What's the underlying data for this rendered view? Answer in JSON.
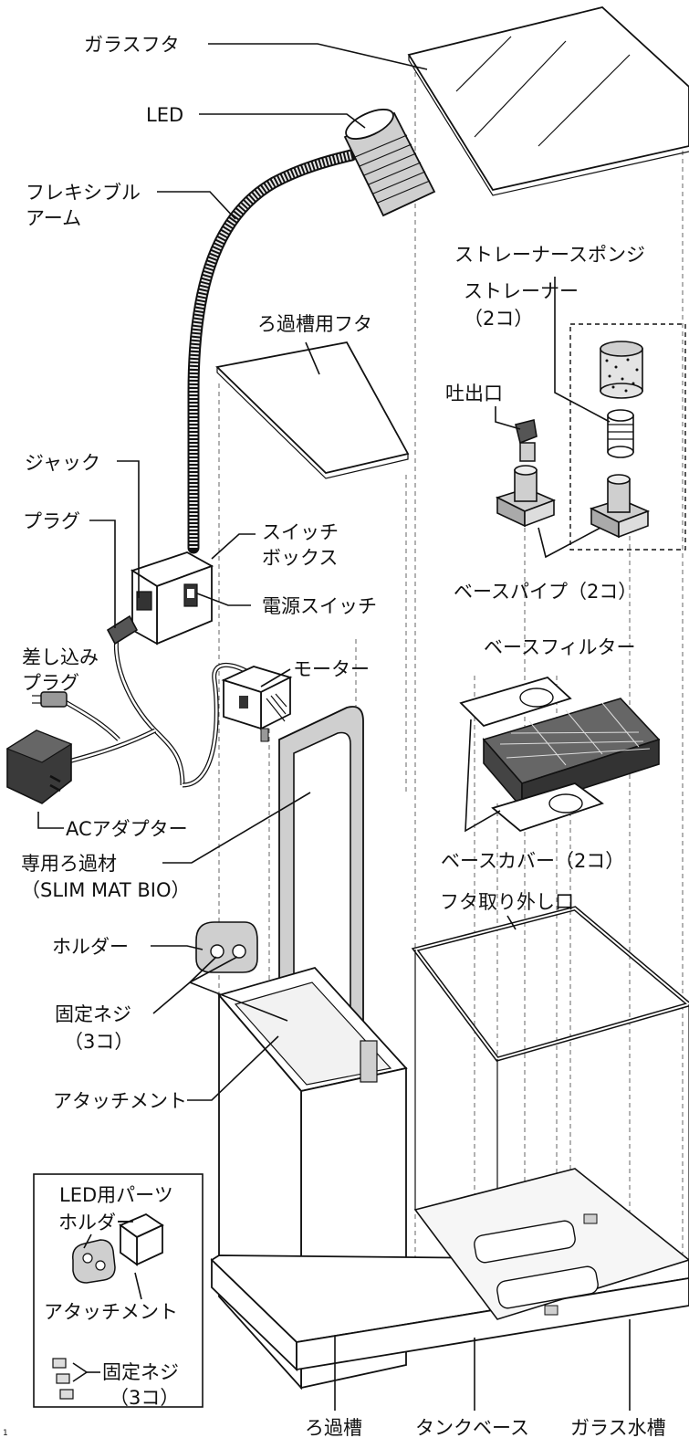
{
  "labels": {
    "glass_lid": "ガラスフタ",
    "led": "LED",
    "flex_arm_1": "フレキシブル",
    "flex_arm_2": "アーム",
    "strainer_sponge": "ストレーナースポンジ",
    "strainer_1": "ストレーナー",
    "strainer_2": "（2コ）",
    "filter_lid": "ろ過槽用フタ",
    "outlet": "吐出口",
    "jack": "ジャック",
    "plug": "プラグ",
    "switch_box_1": "スイッチ",
    "switch_box_2": "ボックス",
    "power_switch": "電源スイッチ",
    "base_pipe": "ベースパイプ（2コ）",
    "insert_plug_1": "差し込み",
    "insert_plug_2": "プラグ",
    "motor": "モーター",
    "base_filter": "ベースフィルター",
    "ac_adapter": "ACアダプター",
    "filter_media_1": "専用ろ過材",
    "filter_media_2": "（SLIM MAT BIO）",
    "base_cover": "ベースカバー（2コ）",
    "lid_removal": "フタ取り外し口",
    "holder": "ホルダー",
    "fixing_screw_1": "固定ネジ",
    "fixing_screw_2": "（3コ）",
    "attachment": "アタッチメント",
    "filter_tank": "ろ過槽",
    "tank_base": "タンクベース",
    "glass_tank": "ガラス水槽"
  },
  "inset": {
    "title": "LED用パーツ",
    "holder": "ホルダー",
    "attachment": "アタッチメント",
    "fixing_screw_1": "固定ネジ",
    "fixing_screw_2": "（3コ）"
  },
  "page_mark": "1"
}
